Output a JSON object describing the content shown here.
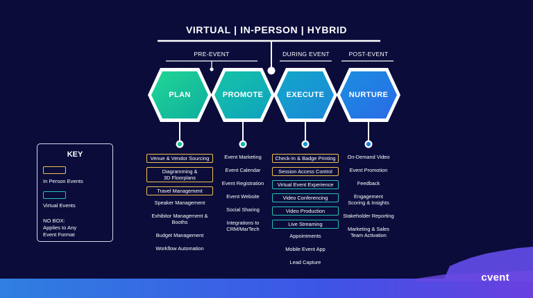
{
  "title": "VIRTUAL | IN-PERSON | HYBRID",
  "phases": {
    "pre_event": "PRE-EVENT",
    "during_event": "DURING EVENT",
    "post_event": "POST-EVENT"
  },
  "stages": [
    {
      "label": "PLAN",
      "items": [
        {
          "text": "Venue & Vendor Sourcing",
          "format": "in-person"
        },
        {
          "text": "Diagramming &\n3D Floorplans",
          "format": "in-person"
        },
        {
          "text": "Travel Management",
          "format": "in-person"
        },
        {
          "text": "Speaker Management",
          "format": "any"
        },
        {
          "text": "Exhibitor Management &\nBooths",
          "format": "any"
        },
        {
          "text": "Budget Management",
          "format": "any"
        },
        {
          "text": "Workflow Automation",
          "format": "any"
        }
      ]
    },
    {
      "label": "PROMOTE",
      "items": [
        {
          "text": "Event Marketing",
          "format": "any"
        },
        {
          "text": "Event Calendar",
          "format": "any"
        },
        {
          "text": "Event Registration",
          "format": "any"
        },
        {
          "text": "Event Website",
          "format": "any"
        },
        {
          "text": "Social Sharing",
          "format": "any"
        },
        {
          "text": "Integrations to\nCRM/MarTech",
          "format": "any"
        }
      ]
    },
    {
      "label": "EXECUTE",
      "items": [
        {
          "text": "Check-In & Badge Printing",
          "format": "in-person"
        },
        {
          "text": "Session Access Control",
          "format": "in-person"
        },
        {
          "text": "Virtual Event Experience",
          "format": "virtual"
        },
        {
          "text": "Video Conferencing",
          "format": "virtual"
        },
        {
          "text": "Video Production",
          "format": "virtual"
        },
        {
          "text": "Live Streaming",
          "format": "virtual"
        },
        {
          "text": "Appointments",
          "format": "any"
        },
        {
          "text": "Mobile Event App",
          "format": "any"
        },
        {
          "text": "Lead Capture",
          "format": "any"
        }
      ]
    },
    {
      "label": "NURTURE",
      "items": [
        {
          "text": "On-Demand Video",
          "format": "any"
        },
        {
          "text": "Event Promotion",
          "format": "any"
        },
        {
          "text": "Feedback",
          "format": "any"
        },
        {
          "text": "Engagement\nScoring & Insights",
          "format": "any"
        },
        {
          "text": "Stakeholder Reporting",
          "format": "any"
        },
        {
          "text": "Marketing & Sales\nTeam Activation",
          "format": "any"
        }
      ]
    }
  ],
  "key": {
    "title": "KEY",
    "in_person_label": "In Person Events",
    "virtual_label": "Virtual Events",
    "no_box_label": "NO BOX:\nApplies to Any\nEvent Format"
  },
  "logo": "cvent",
  "colors": {
    "background": "#0b0c3a",
    "in_person": "#f2c14e",
    "virtual": "#29c3b3",
    "plan": "#18c59b",
    "promote": "#10b6b4",
    "execute": "#1598d2",
    "nurture": "#1f7ae0",
    "footer_band": "#3a59e8"
  }
}
